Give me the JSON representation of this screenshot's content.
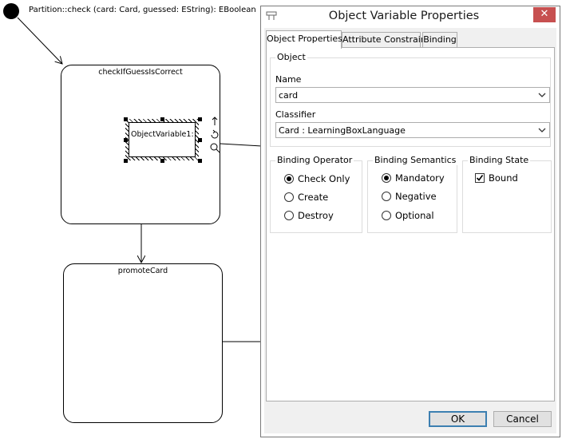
{
  "diagram": {
    "start_label": "Partition::check (card: Card, guessed: EString): EBoolean",
    "activity1_title": "checkIfGuessIsCorrect",
    "object_variable_label": "ObjectVariable1:",
    "activity2_title": "promoteCard"
  },
  "dialog": {
    "title": "Object Variable Properties",
    "close_symbol": "✕",
    "tabs": [
      "Object Properties",
      "Attribute Constraint",
      "Binding"
    ],
    "active_tab": "Object Properties",
    "object_group": {
      "legend": "Object",
      "name_label": "Name",
      "name_value": "card",
      "classifier_label": "Classifier",
      "classifier_value": "Card : LearningBoxLanguage"
    },
    "binding_operator": {
      "legend": "Binding Operator",
      "options": [
        "Check Only",
        "Create",
        "Destroy"
      ],
      "selected": "Check Only"
    },
    "binding_semantics": {
      "legend": "Binding Semantics",
      "options": [
        "Mandatory",
        "Negative",
        "Optional"
      ],
      "selected": "Mandatory"
    },
    "binding_state": {
      "legend": "Binding State",
      "bound_label": "Bound",
      "bound_checked": true
    },
    "ok_label": "OK",
    "cancel_label": "Cancel"
  },
  "colors": {
    "close_button": "#c75050",
    "default_button_border": "#3c7fb1"
  }
}
